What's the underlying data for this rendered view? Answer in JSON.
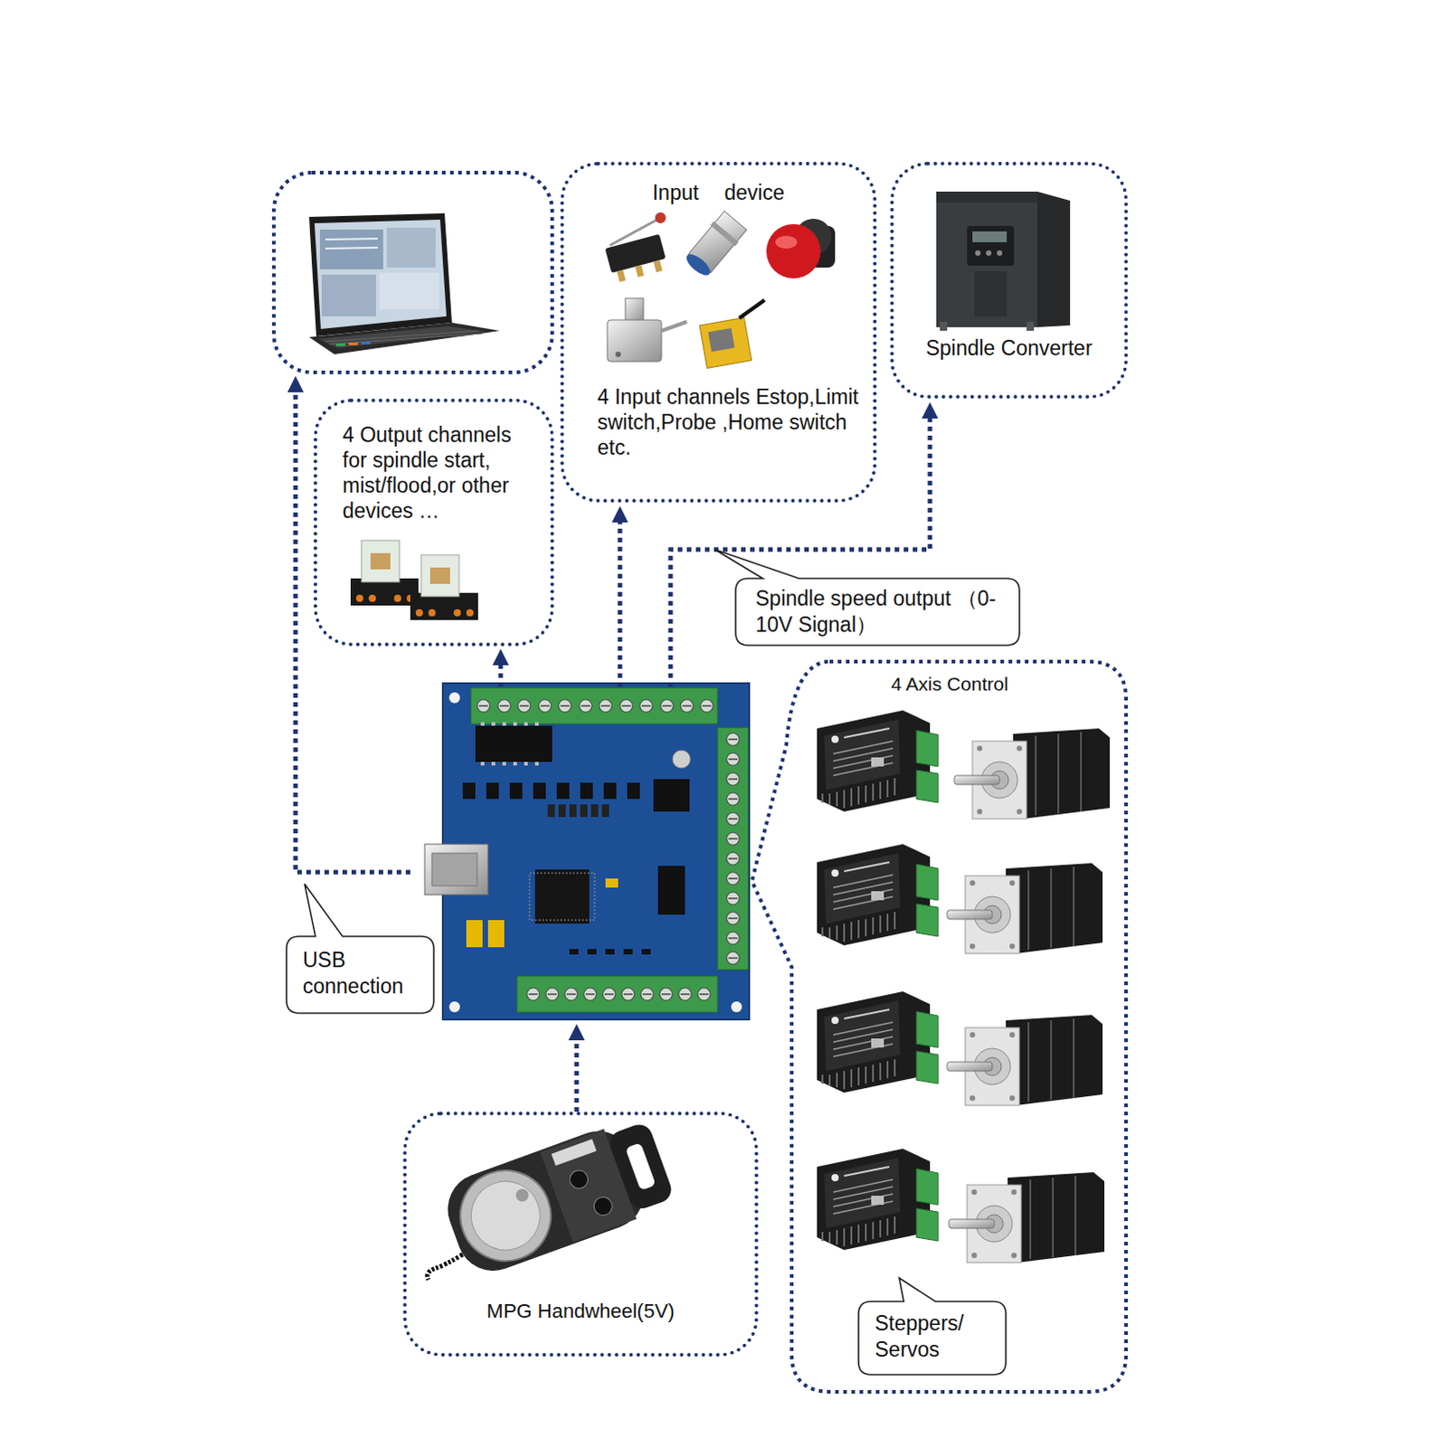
{
  "diagram": {
    "nodes": [
      {
        "text": [
          "Input device",
          "4 Input channels Estop,Limit switch,Probe ,Home switch etc."
        ]
      },
      {
        "text": [
          "Spindle Converter"
        ]
      },
      {
        "text": [
          "4 Output channels for spindle start, mist/flood,or other devices …"
        ]
      },
      {
        "text": [
          "Spindle speed output （0-10V Signal）"
        ]
      },
      {
        "text": [
          "4 Axis Control"
        ]
      },
      {
        "text": [
          "USB connection"
        ]
      },
      {
        "text": [
          "MPG Handwheel(5V)"
        ]
      },
      {
        "text": [
          "Steppers/ Servos"
        ],
        "in": 4
      }
    ]
  }
}
